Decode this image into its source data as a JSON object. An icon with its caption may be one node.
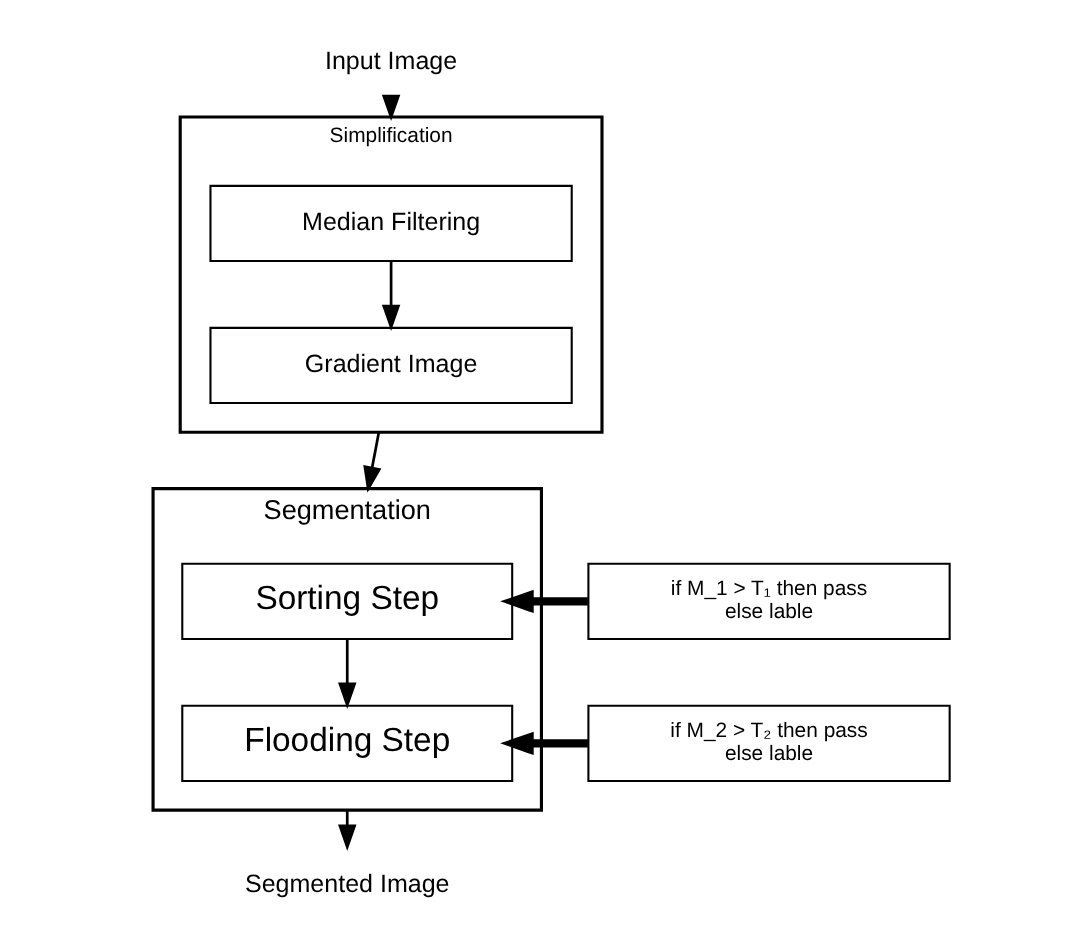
{
  "diagram": {
    "nodes": [
      {
        "text": [
          "Input Image"
        ]
      },
      {
        "text": [
          "Simplification"
        ]
      },
      {
        "text": [
          "Median Filtering"
        ],
        "in": 1
      },
      {
        "text": [
          "Gradient Image"
        ],
        "in": 1
      },
      {
        "text": [
          "Segmentation"
        ]
      },
      {
        "text": [
          "Sorting Step"
        ],
        "in": 4
      },
      {
        "text": [
          "Flooding Step"
        ],
        "in": 4
      },
      {
        "text": [
          "if M_1 > T₁ then pass else lable"
        ]
      },
      {
        "text": [
          "if M_2 > T₂ then pass else lable"
        ]
      },
      {
        "text": [
          "Segmented Image"
        ]
      }
    ],
    "edges": [
      {
        "from": 0,
        "to": 1,
        "arrow": "to"
      },
      {
        "from": 2,
        "to": 3,
        "arrow": "to"
      },
      {
        "from": 1,
        "to": 4,
        "arrow": "to"
      },
      {
        "from": 5,
        "to": 6,
        "arrow": "to"
      },
      {
        "from": 7,
        "to": 5,
        "arrow": "to",
        "style": "thick"
      },
      {
        "from": 8,
        "to": 6,
        "arrow": "to",
        "style": "thick"
      },
      {
        "from": 4,
        "to": 9,
        "arrow": "to"
      }
    ]
  }
}
